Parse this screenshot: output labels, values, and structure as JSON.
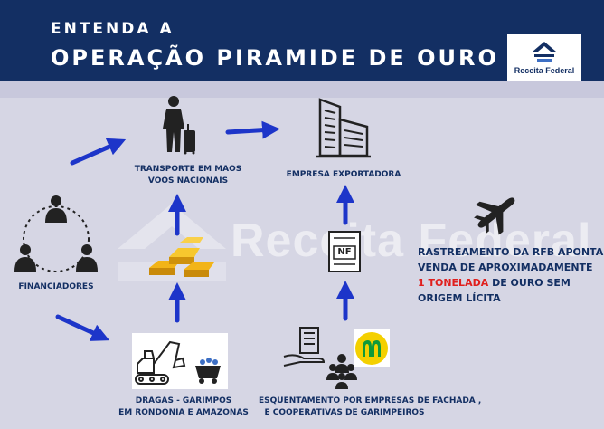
{
  "header": {
    "line1": "ENTENDA A",
    "line2": "OPERAÇÃO PIRAMIDE DE OURO",
    "logo_text": "Receita Federal"
  },
  "watermark": "Receita Federal",
  "nodes": {
    "transporte": "TRANSPORTE EM MAOS",
    "voos": "VOOS NACIONAIS",
    "empresa": "EMPRESA EXPORTADORA",
    "financiadores": "FINANCIADORES",
    "dragas": "DRAGAS - GARIMPOS",
    "rondonia": "EM RONDONIA E AMAZONAS",
    "esquentamento": "ESQUENTAMENTO POR EMPRESAS DE FACHADA ,",
    "cooperativas": "E COOPERATIVAS DE GARIMPEIROS",
    "nf": "NF"
  },
  "note": {
    "line1": "RASTREAMENTO DA RFB APONTA",
    "line2": "VENDA DE APROXIMADAMENTE",
    "highlight": "1 TONELADA",
    "line3_rest": " DE OURO SEM",
    "line4": "ORIGEM LÍCITA"
  },
  "colors": {
    "header_bg": "#132f63",
    "background": "#d6d6e4",
    "arrow": "#1d35c9",
    "text": "#132f63",
    "highlight": "#e0201e",
    "gold": "#f2b418",
    "coop_green": "#0f9a3a",
    "coop_yellow": "#f4d000"
  },
  "icons": [
    "traveler-icon",
    "building-icon",
    "people-network-icon",
    "gold-bars-icon",
    "invoice-nf-icon",
    "airplane-icon",
    "excavator-icon",
    "mining-cart-icon",
    "office-hand-icon",
    "group-icon",
    "cooperative-logo-icon",
    "arrow-icon"
  ]
}
